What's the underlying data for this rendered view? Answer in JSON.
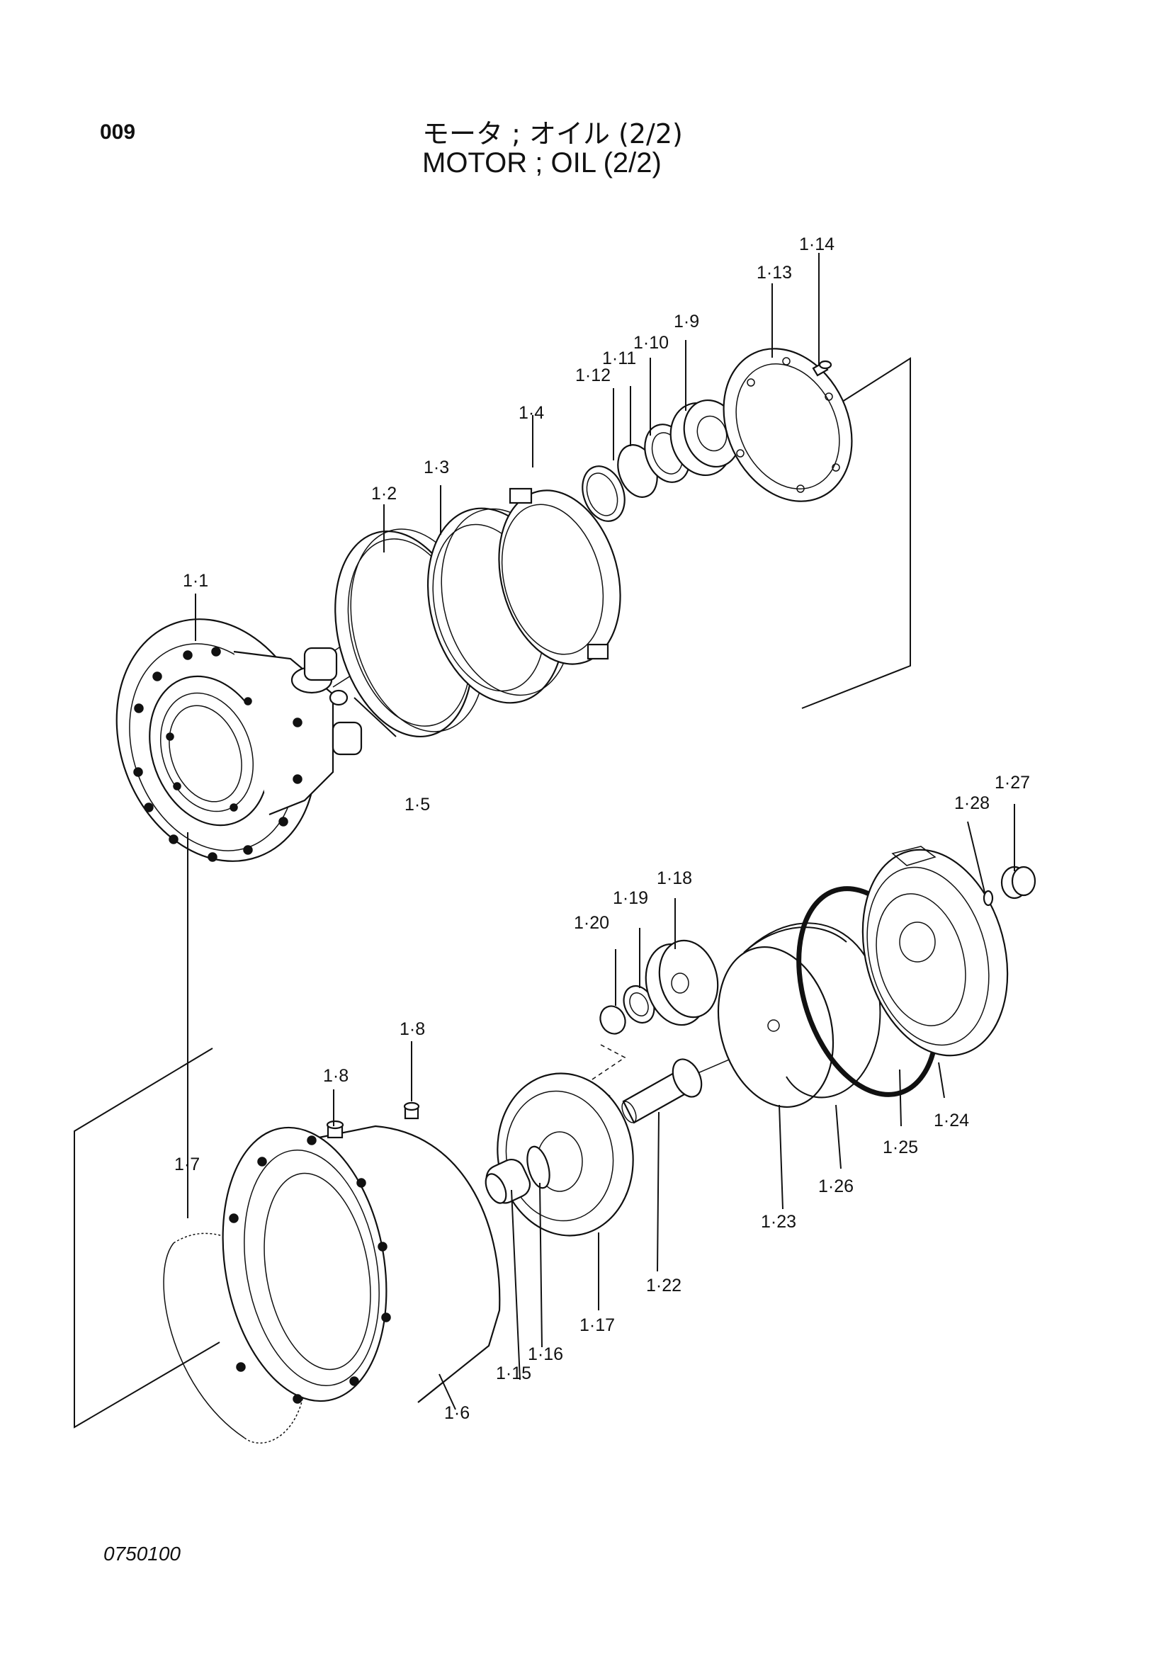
{
  "page_number": "009",
  "title_jp": "モータ ; オイル (2/2)",
  "title_en": "MOTOR ; OIL (2/2)",
  "footer_code": "0750100",
  "part_labels": {
    "p1_1": "1·1",
    "p1_2": "1·2",
    "p1_3": "1·3",
    "p1_4": "1·4",
    "p1_5": "1·5",
    "p1_6": "1·6",
    "p1_7": "1·7",
    "p1_8a": "1·8",
    "p1_8b": "1·8",
    "p1_9": "1·9",
    "p1_10": "1·10",
    "p1_11": "1·11",
    "p1_12": "1·12",
    "p1_13": "1·13",
    "p1_14": "1·14",
    "p1_15": "1·15",
    "p1_16": "1·16",
    "p1_17": "1·17",
    "p1_18": "1·18",
    "p1_19": "1·19",
    "p1_20": "1·20",
    "p1_22": "1·22",
    "p1_23": "1·23",
    "p1_24": "1·24",
    "p1_25": "1·25",
    "p1_26": "1·26",
    "p1_27": "1·27",
    "p1_28": "1·28"
  }
}
